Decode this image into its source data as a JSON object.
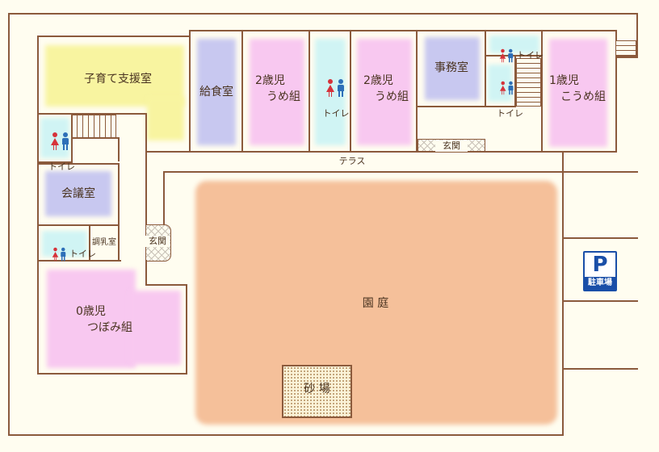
{
  "rooms": {
    "kosodate": "子育て支援室",
    "kyushoku": "給食室",
    "ume1": "2歳児\n　うめ組",
    "toilet_center": "トイレ",
    "ume2": "2歳児\n　うめ組",
    "jimushitsu": "事務室",
    "toilet_top": "トイレ",
    "toilet_side": "トイレ",
    "koume": "1歳児\n　こうめ組",
    "toilet_left": "トイレ",
    "kaigi": "会議室",
    "toilet_lower": "トイレ",
    "chonyu": "調乳室",
    "genkan_left": "玄関",
    "genkan_top": "玄関",
    "terrace": "テラス",
    "tsubomi": "0歳児\n　つぼみ組",
    "entei": "園 庭",
    "sunaba": "砂 場",
    "parking_symbol": "P",
    "parking": "駐車場"
  },
  "colors": {
    "yellow": "#f8f4a0",
    "lavender": "#c8c8f0",
    "pink": "#f8c8f0",
    "cyan": "#d0f4f4",
    "garden": "#f5c09a",
    "wall": "#8b5a3c",
    "parking": "#1a4fa8"
  }
}
